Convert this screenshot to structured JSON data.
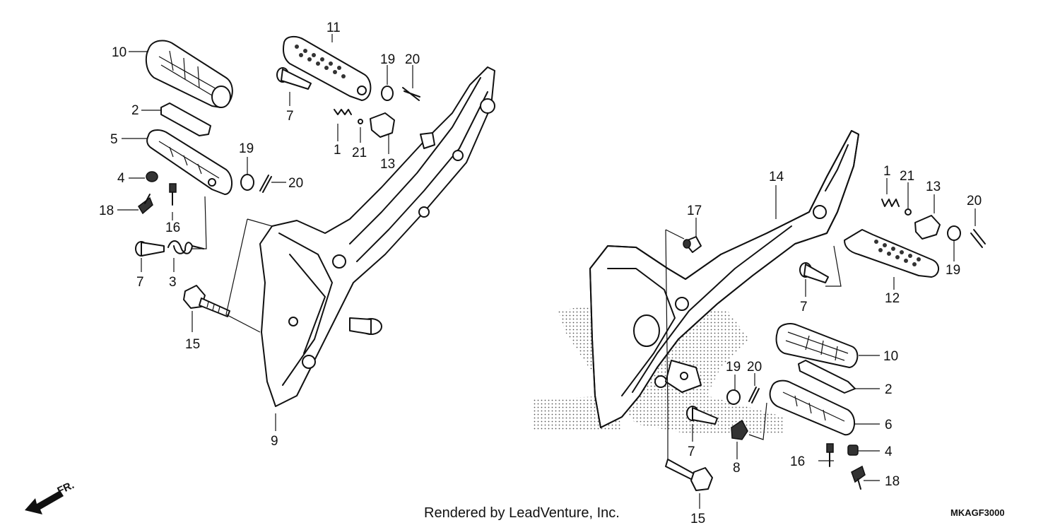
{
  "labels": {
    "l10a": "10",
    "l11": "11",
    "l19a": "19",
    "l20a": "20",
    "l2a": "2",
    "l7a": "7",
    "l5": "5",
    "l1a": "1",
    "l21a": "21",
    "l13a": "13",
    "l19b": "19",
    "l20b": "20",
    "l4a": "4",
    "l18a": "18",
    "l16a": "16",
    "l7b": "7",
    "l3": "3",
    "l15a": "15",
    "l9": "9",
    "l14": "14",
    "l17": "17",
    "l1b": "1",
    "l21b": "21",
    "l13b": "13",
    "l20c": "20",
    "l19c": "19",
    "l12": "12",
    "l7c": "7",
    "l10b": "10",
    "l19d": "19",
    "l20d": "20",
    "l2b": "2",
    "l6": "6",
    "l4b": "4",
    "l16b": "16",
    "l18b": "18",
    "l7d": "7",
    "l8": "8",
    "l15b": "15"
  },
  "fr_label": "FR.",
  "credit": "Rendered by LeadVenture, Inc.",
  "code": "MKAGF3000"
}
